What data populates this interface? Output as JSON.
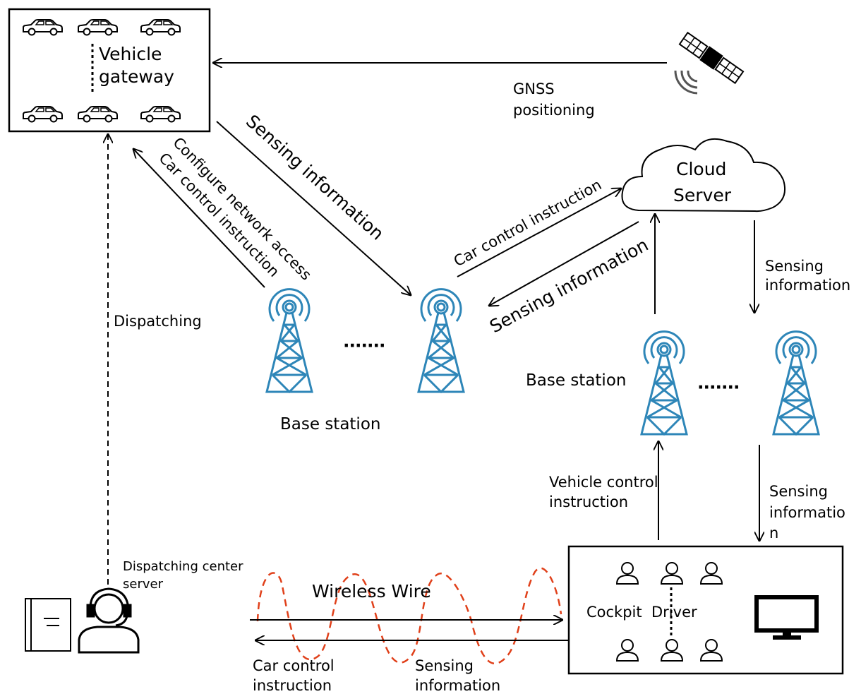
{
  "labels": {
    "vehicle_gateway_line1": "Vehicle",
    "vehicle_gateway_line2": "gateway",
    "gnss_line1": "GNSS",
    "gnss_line2": "positioning",
    "cloud_line1": "Cloud",
    "cloud_line2": "Server",
    "sensing_info_diag": "Sensing information",
    "configure_network": "Configure network access",
    "car_control_diag": "Car control instruction",
    "car_control_to_cloud": "Car control instruction",
    "sensing_from_cloud": "Sensing information",
    "dispatching": "Dispatching",
    "base_station_left": "Base station",
    "base_station_right": "Base station",
    "dots_left": "·······",
    "dots_right": "·······",
    "sensing_right_line1": "Sensing",
    "sensing_right_line2": "information",
    "vehicle_control_line1": "Vehicle control",
    "vehicle_control_line2": "instruction",
    "sensing_lower_line1": "Sensing",
    "sensing_lower_line2": "informatio",
    "sensing_lower_line3": "n",
    "dispatch_center_line1": "Dispatching center",
    "dispatch_center_line2": "server",
    "wireless_wire": "Wireless Wire",
    "car_control_bottom_line1": "Car control",
    "car_control_bottom_line2": "instruction",
    "sensing_bottom_line1": "Sensing",
    "sensing_bottom_line2": "information",
    "cockpit": "Cockpit",
    "driver": "Driver"
  },
  "colors": {
    "tower": "#2E86B8",
    "wave": "#E0401A",
    "line": "#000000"
  },
  "icons": [
    "car-icon",
    "satellite-icon",
    "cloud-icon",
    "tower-icon",
    "person-icon",
    "monitor-icon",
    "operator-headset-icon",
    "server-book-icon"
  ]
}
